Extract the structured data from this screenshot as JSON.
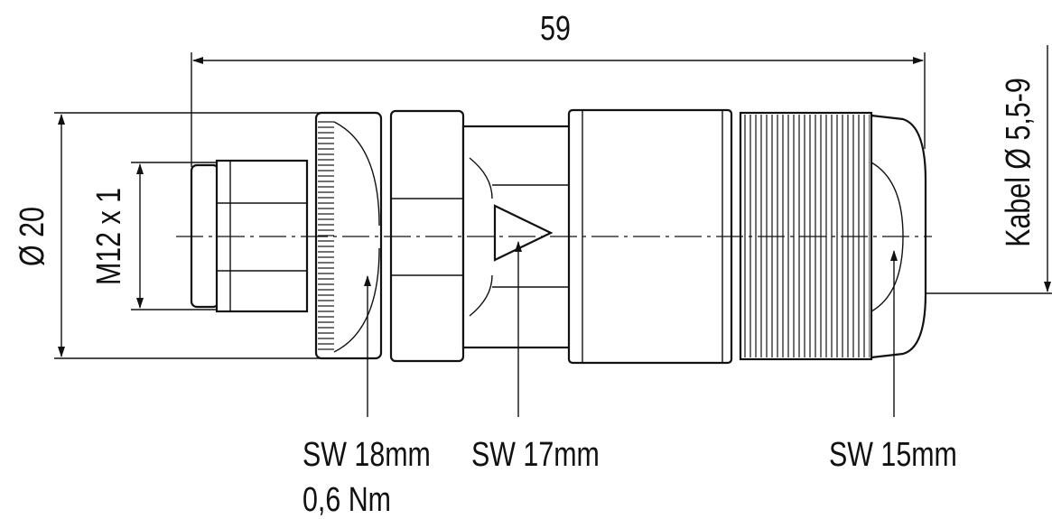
{
  "dimensions": {
    "overall_length": "59",
    "outer_diameter": "Ø 20",
    "thread": "M12 x 1",
    "cable_range": "Kabel Ø 5,5-9"
  },
  "callouts": {
    "sw18": "SW 18mm",
    "torque": "0,6 Nm",
    "sw17": "SW 17mm",
    "sw15": "SW 15mm"
  }
}
